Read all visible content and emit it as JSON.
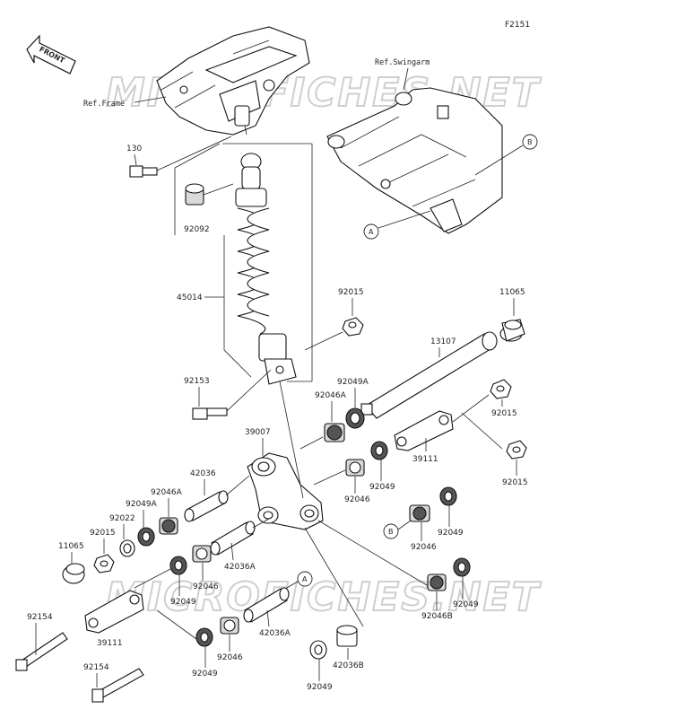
{
  "figure_code": "F2151",
  "front_badge": "FRONT",
  "watermark": "MICROFICHES.NET",
  "refs": {
    "frame": "Ref.Frame",
    "swingarm": "Ref.Swingarm"
  },
  "callouts": {
    "a": "A",
    "b": "B"
  },
  "parts": {
    "p130": "130",
    "p92092": "92092",
    "p45014": "45014",
    "p92015_top": "92015",
    "p11065_top": "11065",
    "p13107": "13107",
    "p92153": "92153",
    "p92049A_r": "92049A",
    "p92046A_r": "92046A",
    "p92015_mid": "92015",
    "p39007": "39007",
    "p39111_r": "39111",
    "p92015_low": "92015",
    "p42036": "42036",
    "p92046A_l": "92046A",
    "p92049A_l": "92049A",
    "p92022": "92022",
    "p92015_l": "92015",
    "p11065_l": "11065",
    "p92049_r1": "92049",
    "p92046_r1": "92046",
    "p92049_r2": "92049",
    "p92046_r2": "92046",
    "p42036A_1": "42036A",
    "p92046_l1": "92046",
    "p92049_l1": "92049",
    "p92049_r3": "92049",
    "p92046B": "92046B",
    "p92154_1": "92154",
    "p39111_l": "39111",
    "p42036A_2": "42036A",
    "p92046_l2": "92046",
    "p92049_l2": "92049",
    "p42036B": "42036B",
    "p92049_b": "92049",
    "p92154_2": "92154"
  }
}
